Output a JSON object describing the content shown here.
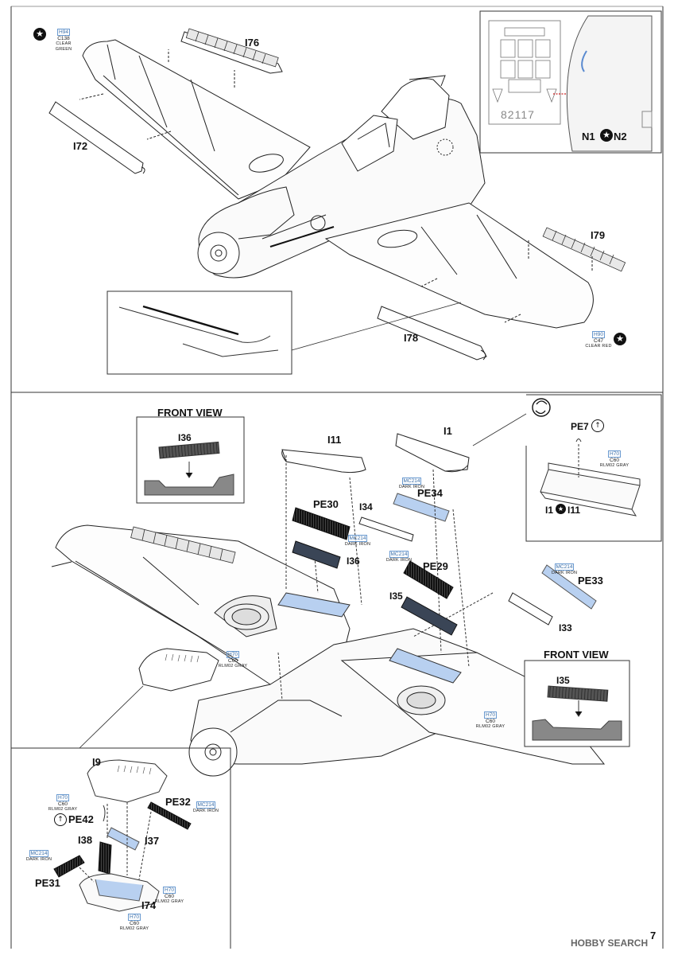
{
  "top": {
    "parts": {
      "i76": "I76",
      "i72": "I72",
      "i79": "I79",
      "i78": "I78",
      "n1": "N1",
      "n2": "N2"
    },
    "mask_code": "82117",
    "paint_left": {
      "code": "H94",
      "code2": "C138",
      "name": "CLEAR GREEN"
    },
    "paint_right": {
      "code": "H90",
      "code2": "C47",
      "name": "CLEAR RED"
    }
  },
  "bottom": {
    "front_view_1": {
      "title": "FRONT VIEW",
      "part": "I36"
    },
    "front_view_2": {
      "title": "FRONT VIEW",
      "part": "I35"
    },
    "parts": {
      "i11": "I11",
      "i1": "I1",
      "pe30": "PE30",
      "pe34": "PE34",
      "i34": "I34",
      "i36": "I36",
      "pe29": "PE29",
      "i35": "I35",
      "pe33": "PE33",
      "i33": "I33",
      "pe7": "PE7",
      "inset_i1": "I1",
      "inset_i11": "I11",
      "i9": "I9",
      "pe42": "PE42",
      "pe32": "PE32",
      "i38": "I38",
      "i37": "I37",
      "pe31": "PE31",
      "i74": "I74"
    },
    "paints": {
      "mc214_a": {
        "code": "MC214",
        "name": "DARK IRON"
      },
      "mc214_b": {
        "code": "MC214",
        "name": "DARK IRON"
      },
      "mc214_c": {
        "code": "MC214",
        "name": "DARK IRON"
      },
      "mc214_d": {
        "code": "MC214",
        "name": "DARK IRON"
      },
      "mc214_e": {
        "code": "MC214",
        "name": "DARK IRON"
      },
      "mc214_f": {
        "code": "MC214",
        "name": "DARK IRON"
      },
      "h70_a": {
        "code": "H70",
        "code2": "C60",
        "name": "RLM02 GRAY"
      },
      "h70_b": {
        "code": "H70",
        "code2": "C60",
        "name": "RLM02 GRAY"
      },
      "h70_c": {
        "code": "H70",
        "code2": "C60",
        "name": "RLM02 GRAY"
      },
      "h70_d": {
        "code": "H70",
        "code2": "C60",
        "name": "RLM02 GRAY"
      },
      "h70_e": {
        "code": "H70",
        "code2": "C60",
        "name": "RLM02 GRAY"
      },
      "h70_f": {
        "code": "H70",
        "code2": "C60",
        "name": "RLM02 GRAY"
      }
    }
  },
  "page_number": "7",
  "watermark": "HOBBY SEARCH",
  "colors": {
    "highlight_blue": "#b8d0f0",
    "dark_part": "#1a1a1a",
    "line": "#222222",
    "paint_code": "#3a6ea8"
  }
}
